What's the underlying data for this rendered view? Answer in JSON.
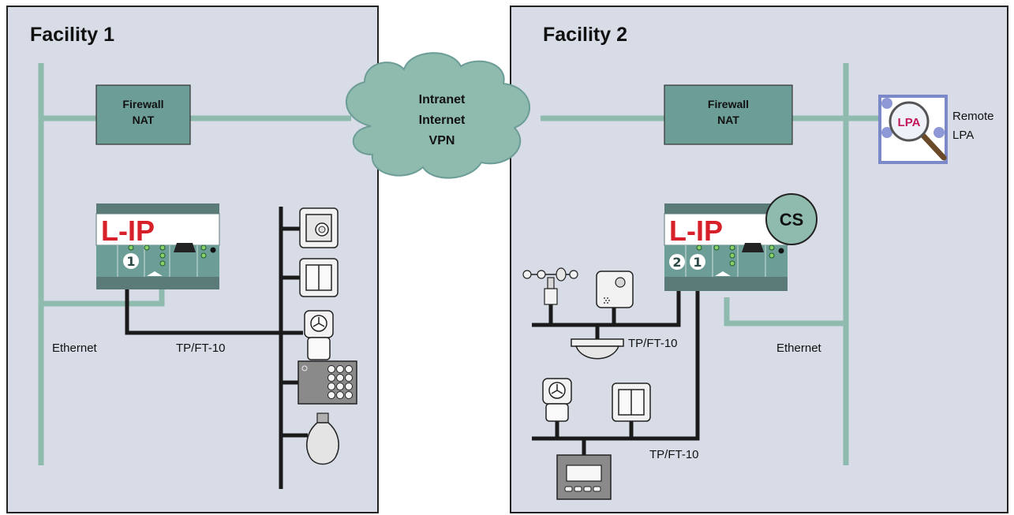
{
  "facility1": {
    "title": "Facility 1",
    "firewall": [
      "Firewall",
      "NAT"
    ],
    "router": {
      "name": "L-IP",
      "channel_marker": "1"
    },
    "ethernet_label": "Ethernet",
    "bus_label": "TP/FT-10"
  },
  "cloud": {
    "lines": [
      "Intranet",
      "Internet",
      "VPN"
    ]
  },
  "facility2": {
    "title": "Facility 2",
    "firewall": [
      "Firewall",
      "NAT"
    ],
    "router": {
      "name": "L-IP",
      "channel_markers": [
        "2",
        "1"
      ],
      "badge": "CS"
    },
    "ethernet_label": "Ethernet",
    "bus_label_upper": "TP/FT-10",
    "bus_label_lower": "TP/FT-10",
    "remote_lpa": {
      "icon_text": "LPA",
      "label": [
        "Remote",
        "LPA"
      ]
    }
  },
  "colors": {
    "panel_bg": "#d7dce6",
    "ethernet": "#8fbaae",
    "device_teal": "#6c9d97",
    "device_dark": "#5a7b78",
    "router_red": "#d8202a",
    "bus": "#1a1a1a",
    "lpa_frame": "#7b89c9"
  }
}
